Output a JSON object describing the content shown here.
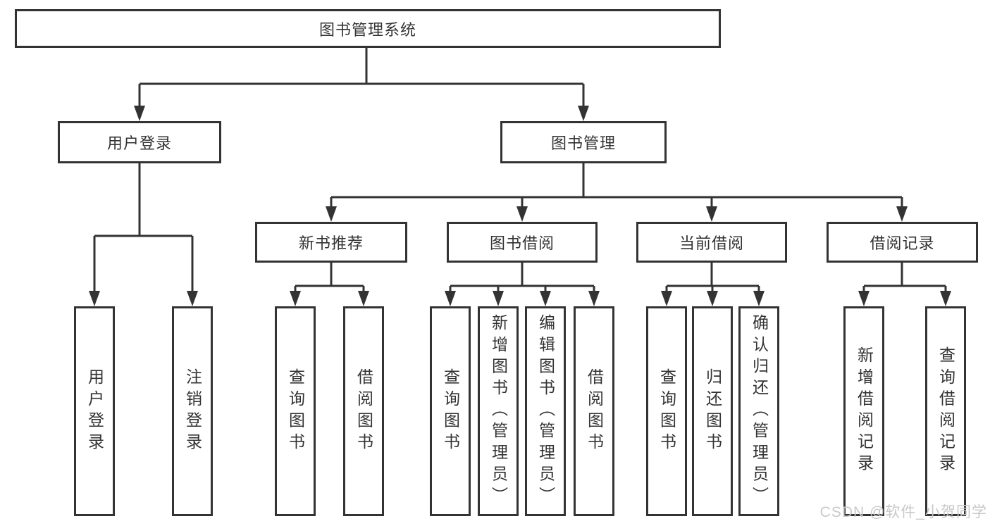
{
  "tree": {
    "label": "图书管理系统",
    "children": [
      {
        "label": "用户登录",
        "children": [
          {
            "label": "用户登录"
          },
          {
            "label": "注销登录"
          }
        ]
      },
      {
        "label": "图书管理",
        "children": [
          {
            "label": "新书推荐",
            "children": [
              {
                "label": "查询图书"
              },
              {
                "label": "借阅图书"
              }
            ]
          },
          {
            "label": "图书借阅",
            "children": [
              {
                "label": "查询图书"
              },
              {
                "label": "新增图书（管理员）"
              },
              {
                "label": "编辑图书（管理员）"
              },
              {
                "label": "借阅图书"
              }
            ]
          },
          {
            "label": "当前借阅",
            "children": [
              {
                "label": "查询图书"
              },
              {
                "label": "归还图书"
              },
              {
                "label": "确认归还（管理员）"
              }
            ]
          },
          {
            "label": "借阅记录",
            "children": [
              {
                "label": "新增借阅记录"
              },
              {
                "label": "查询借阅记录"
              }
            ]
          }
        ]
      }
    ]
  },
  "watermark": {
    "text": "CSDN @软件_小贺同学",
    "color": "#c9c9c9"
  },
  "colors": {
    "line": "#333333",
    "box_border": "#333333",
    "box_background": "#ffffff",
    "text": "#333333"
  }
}
